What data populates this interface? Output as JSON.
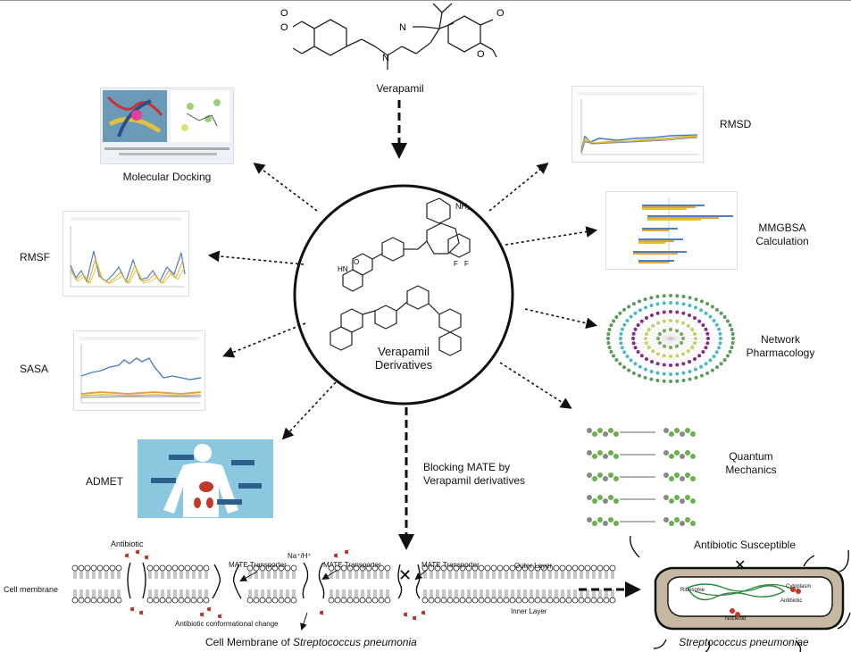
{
  "top": {
    "label": "Verapamil"
  },
  "center": {
    "label_line1": "Verapamil",
    "label_line2": "Derivatives"
  },
  "methods": {
    "molecular_docking": "Molecular Docking",
    "rmsd": "RMSD",
    "mmgbsa_line1": "MMGBSA",
    "mmgbsa_line2": "Calculation",
    "rmsf": "RMSF",
    "network_line1": "Network",
    "network_line2": "Pharmacology",
    "sasa": "SASA",
    "admet": "ADMET",
    "quantum_line1": "Quantum",
    "quantum_line2": "Mechanics"
  },
  "blocking": {
    "line1": "Blocking MATE by",
    "line2": "Verapamil derivatives"
  },
  "membrane": {
    "antibiotic": "Antibiotic",
    "cell_membrane": "Cell membrane",
    "mate_transporter": "MATE Transporter",
    "na_h": "Na⁺/H⁺",
    "outer_layer": "Outer Layer",
    "inner_layer": "Inner Layer",
    "conformational": "Antibiotic conformational change",
    "caption_prefix": "Cell Membrane of ",
    "caption_species": "Streptococcus pneumonia"
  },
  "bacterium": {
    "title": "Antibiotic Susceptible",
    "ribosome": "Ribosome",
    "cytoplasm": "Cytoplasm",
    "nucleoid": "Nucleoid",
    "antibiotic": "Antibiotic",
    "caption": "Streptococcus pneumoniae"
  },
  "colors": {
    "arrow": "#111111",
    "blue_series": "#4a7fc1",
    "orange_series": "#e8a33a",
    "yellow_series": "#d9c531"
  }
}
